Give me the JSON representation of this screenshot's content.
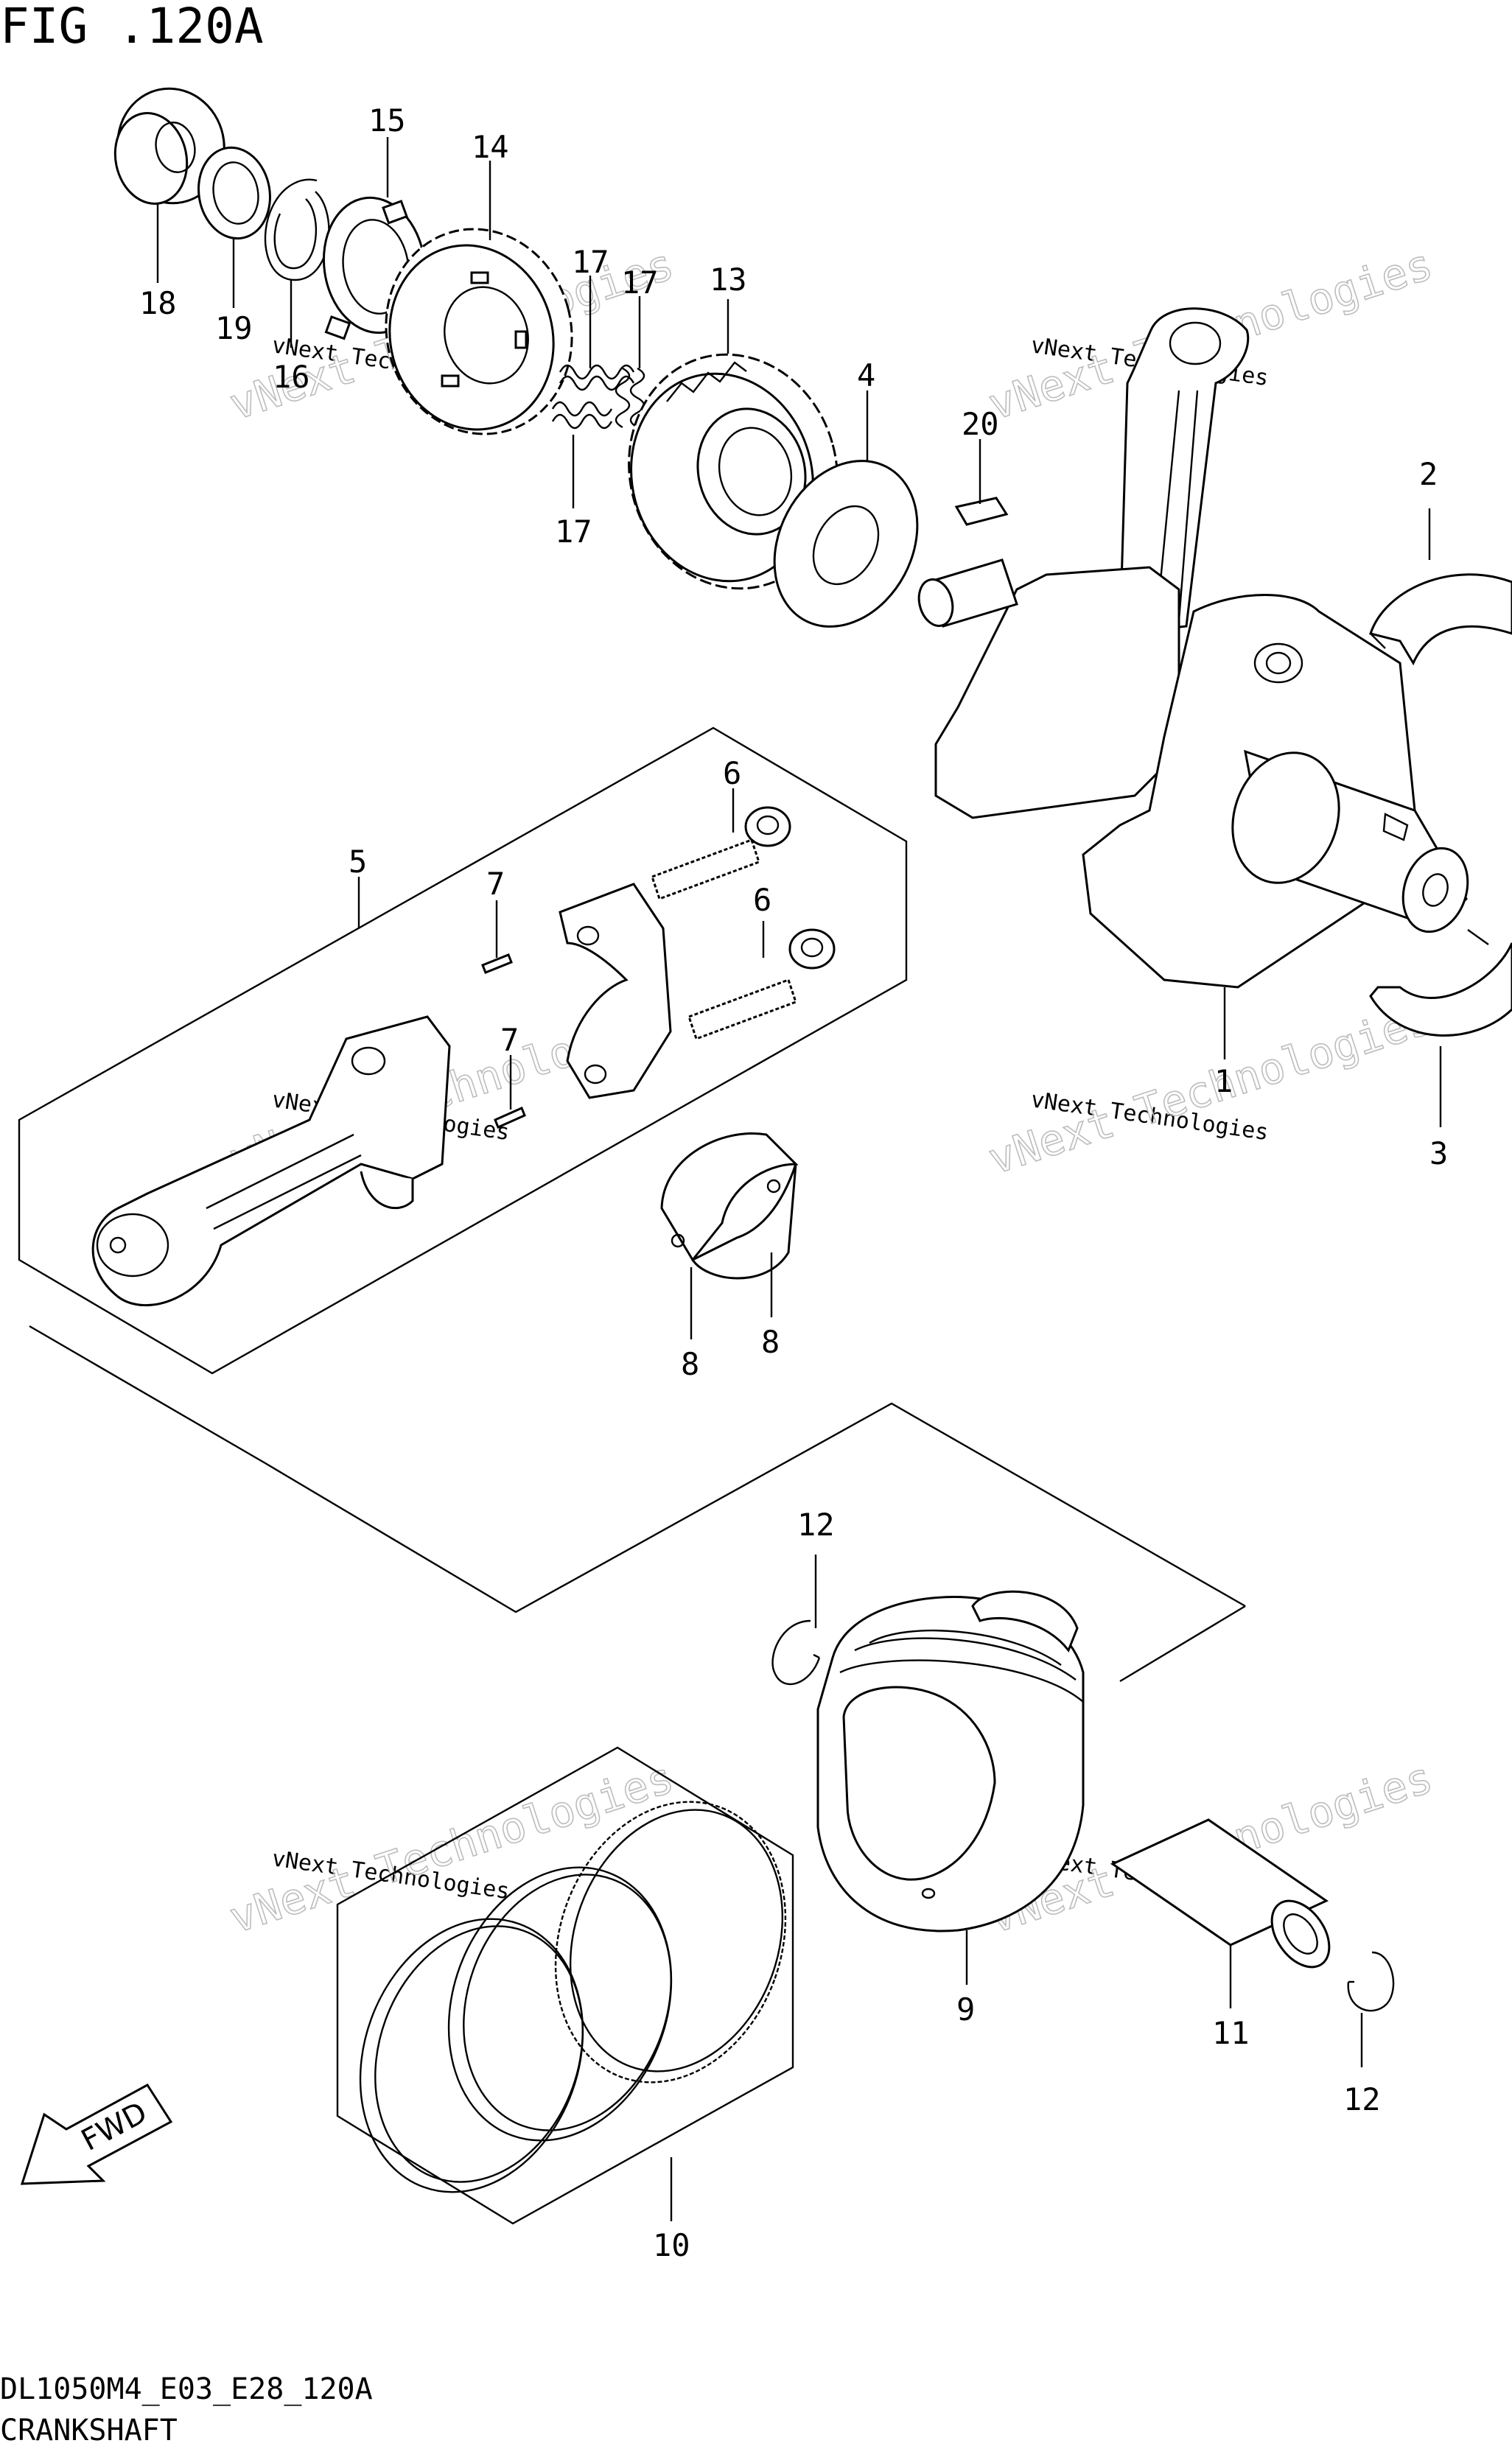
{
  "figure": {
    "title": "FIG .120A",
    "code": "DL1050M4_E03_E28_120A",
    "caption": "CRANKSHAFT"
  },
  "fwd_arrow": {
    "label": "FWD"
  },
  "watermark": {
    "small": "vNext Technologies",
    "big": "vNext Technologies"
  },
  "callouts": [
    {
      "id": "c1",
      "label": "1"
    },
    {
      "id": "c2",
      "label": "2"
    },
    {
      "id": "c3",
      "label": "3"
    },
    {
      "id": "c4",
      "label": "4"
    },
    {
      "id": "c5",
      "label": "5"
    },
    {
      "id": "c6a",
      "label": "6"
    },
    {
      "id": "c6b",
      "label": "6"
    },
    {
      "id": "c7a",
      "label": "7"
    },
    {
      "id": "c7b",
      "label": "7"
    },
    {
      "id": "c8a",
      "label": "8"
    },
    {
      "id": "c8b",
      "label": "8"
    },
    {
      "id": "c9",
      "label": "9"
    },
    {
      "id": "c10",
      "label": "10"
    },
    {
      "id": "c11",
      "label": "11"
    },
    {
      "id": "c12a",
      "label": "12"
    },
    {
      "id": "c12b",
      "label": "12"
    },
    {
      "id": "c13",
      "label": "13"
    },
    {
      "id": "c14",
      "label": "14"
    },
    {
      "id": "c15",
      "label": "15"
    },
    {
      "id": "c16",
      "label": "16"
    },
    {
      "id": "c17a",
      "label": "17"
    },
    {
      "id": "c17b",
      "label": "17"
    },
    {
      "id": "c17c",
      "label": "17"
    },
    {
      "id": "c18",
      "label": "18"
    },
    {
      "id": "c19",
      "label": "19"
    },
    {
      "id": "c20",
      "label": "20"
    }
  ]
}
